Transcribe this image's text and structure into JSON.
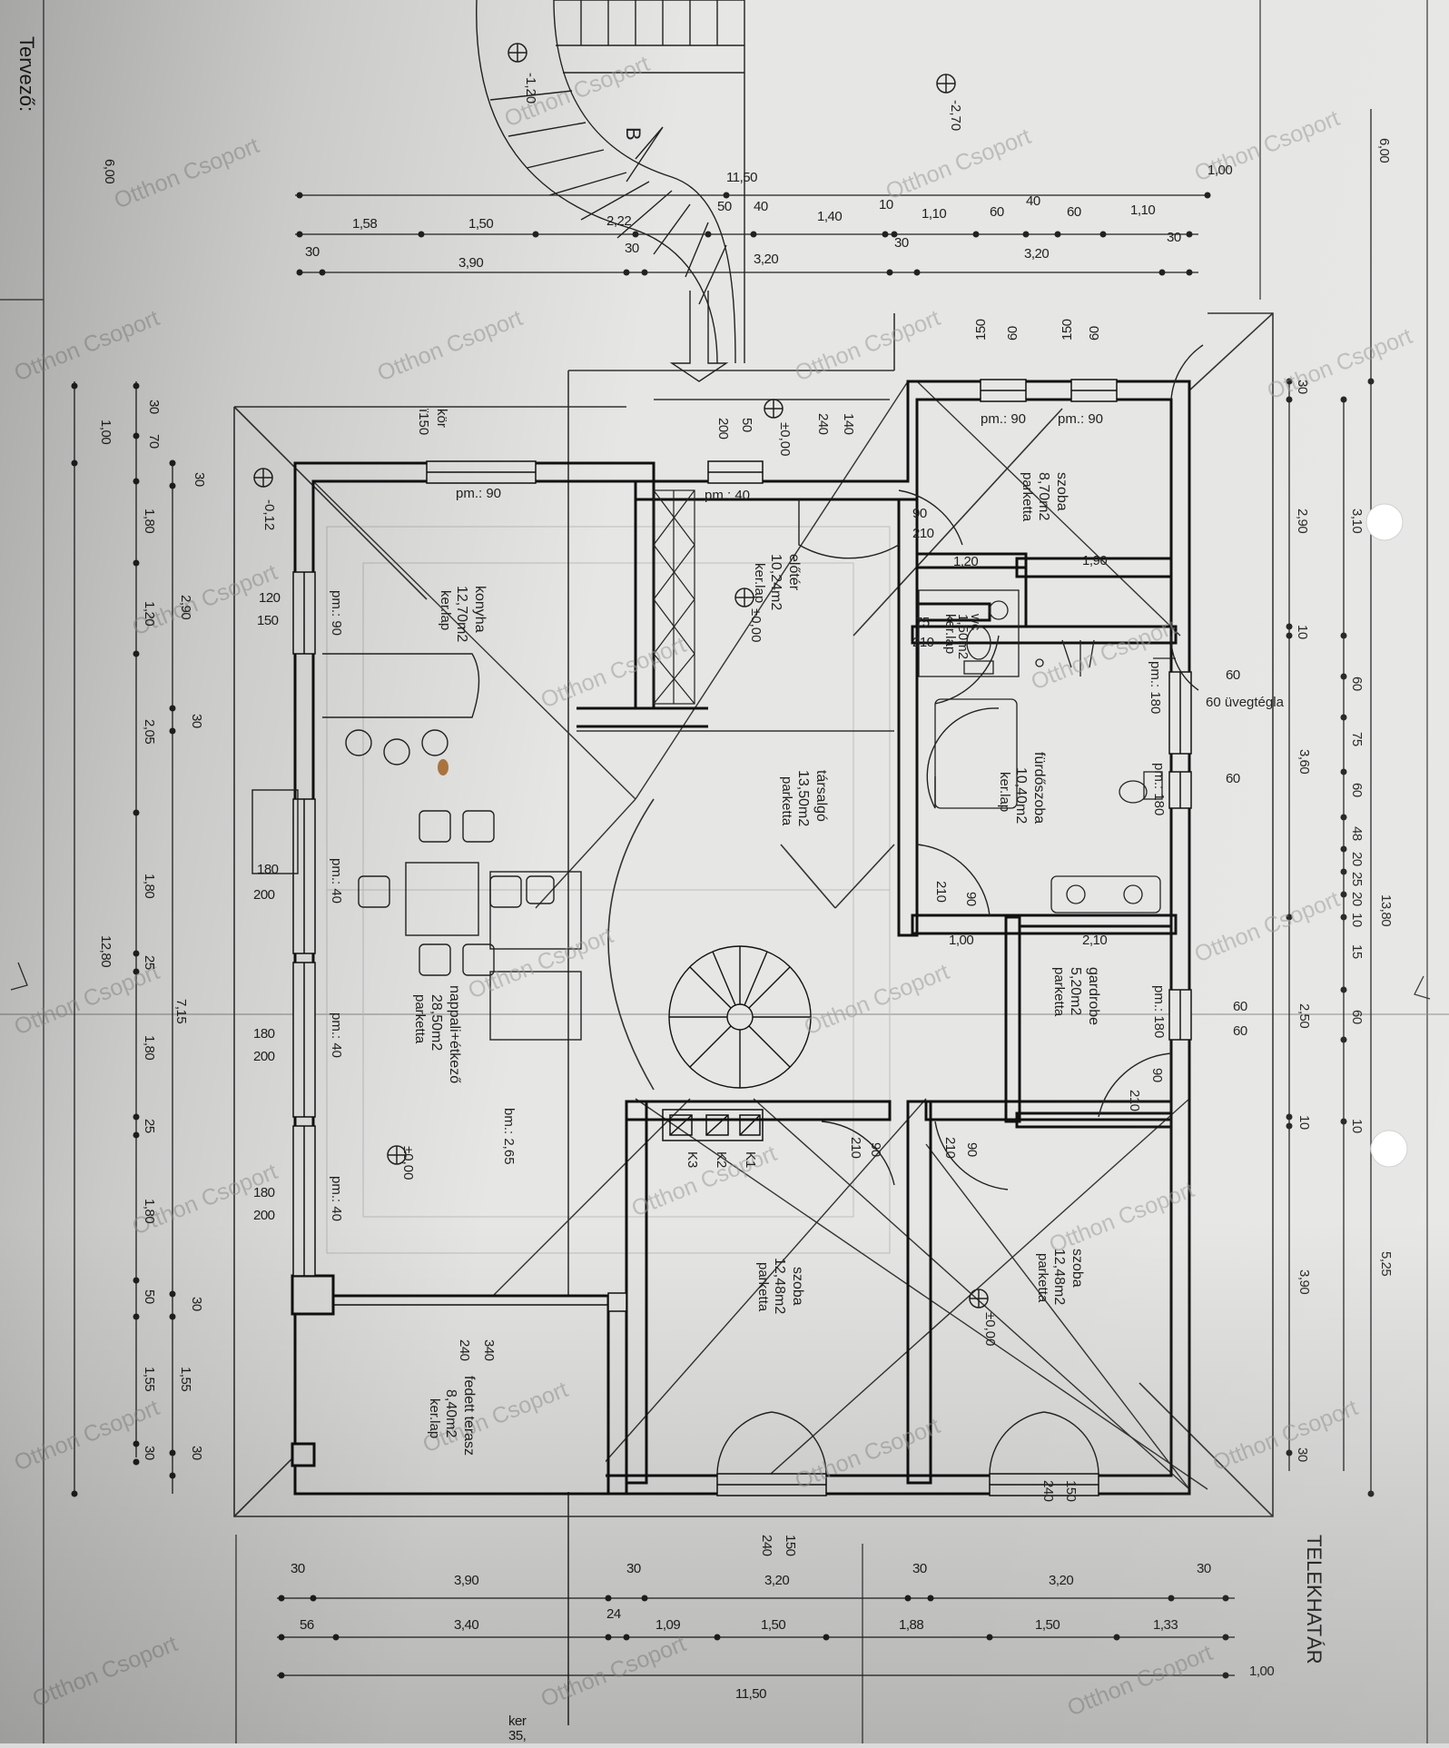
{
  "designer_label": "Tervező:",
  "boundary_label": "TELEKHATÁR",
  "watermark": "Otthon Csoport",
  "section_marker": "B",
  "stair_level": "-1,20",
  "outdoor_level": "-2,70",
  "side_level": "-0,12",
  "round_window": "kör",
  "round_window_size": "ï150",
  "glass_block": "60 üvegtégla",
  "ceiling_height": "bm.: 2,65",
  "chimney_labels": [
    "K1",
    "K2",
    "K3"
  ],
  "rooms": {
    "kitchen": {
      "name": "konyha",
      "area": "12,70m2",
      "floor": "ker.lap",
      "window": "pm.: 90"
    },
    "entry": {
      "name": "előtér",
      "area": "10,24m2",
      "floor": "ker.lap",
      "level": "±0,00",
      "window": "pm.: 40"
    },
    "bedroom_top": {
      "name": "szoba",
      "area": "8,70m2",
      "floor": "parketta",
      "window1": "pm.: 90",
      "window2": "pm.: 90"
    },
    "wc": {
      "name": "wc",
      "area": "1,50m2",
      "floor": "ker.lap"
    },
    "bathroom": {
      "name": "fürdőszoba",
      "area": "10,40m2",
      "floor": "ker.lap",
      "window1": "pm.: 180",
      "window2": "pm.: 180"
    },
    "lounge": {
      "name": "társalgó",
      "area": "13,50m2",
      "floor": "parketta"
    },
    "wardrobe": {
      "name": "gardrobe",
      "area": "5,20m2",
      "floor": "parketta",
      "window": "pm.: 180"
    },
    "living": {
      "name": "nappali+étkező",
      "area": "28,50m2",
      "floor": "parketta",
      "level": "±0,00",
      "window1": "pm.: 40",
      "window2": "pm.: 40",
      "window3": "pm.: 40"
    },
    "room_left": {
      "name": "szoba",
      "area": "12,48m2",
      "floor": "parketta"
    },
    "room_right": {
      "name": "szoba",
      "area": "12,48m2",
      "floor": "parketta",
      "level": "±0,00"
    },
    "terrace": {
      "name": "fedett terasz",
      "area": "8,40m2",
      "floor": "ker.lap"
    }
  },
  "top_dims": {
    "row1": [
      "11,50",
      "1,00"
    ],
    "row2": [
      "1,58",
      "1,50",
      "2,22",
      "50",
      "40",
      "1,40",
      "10",
      "1,10",
      "60",
      "40",
      "60",
      "1,10"
    ],
    "row3": [
      "30",
      "3,90",
      "30",
      "3,20",
      "30",
      "3,20",
      "30"
    ]
  },
  "top_openings": [
    "150",
    "60",
    "150",
    "60",
    "140",
    "240",
    "50",
    "200"
  ],
  "interior_dims": [
    "90",
    "210",
    "1,20",
    "1,90",
    "75",
    "210",
    "60",
    "60",
    "90",
    "210",
    "1,00",
    "2,10",
    "60",
    "60",
    "90",
    "210",
    "90",
    "210",
    "90",
    "210",
    "120",
    "150",
    "180",
    "200",
    "180",
    "200",
    "180",
    "200",
    "340",
    "240",
    "150",
    "240"
  ],
  "left_dims": {
    "col1": [
      "1,00",
      "12,80",
      "6,00"
    ],
    "col2": [
      "30",
      "70",
      "1,80",
      "1,20",
      "2,05",
      "1,80",
      "25",
      "1,80",
      "25",
      "1,80",
      "50",
      "1,55",
      "30"
    ],
    "col3": [
      "30",
      "2,90",
      "30",
      "7,15",
      "30",
      "1,55",
      "30"
    ]
  },
  "right_dims": {
    "col1": [
      "30",
      "2,90",
      "10",
      "3,60",
      "2,50",
      "10",
      "3,90",
      "30"
    ],
    "col2": [
      "3,10",
      "60",
      "75",
      "60",
      "48",
      "20",
      "25",
      "20",
      "10",
      "15",
      "60",
      "10"
    ],
    "col3": [
      "6,00",
      "13,80",
      "5,25"
    ]
  },
  "bottom_dims": {
    "row1": [
      "30",
      "3,90",
      "30",
      "3,20",
      "30",
      "3,20",
      "30"
    ],
    "row2": [
      "56",
      "3,40",
      "24",
      "1,09",
      "1,50",
      "1,88",
      "1,50",
      "1,33"
    ],
    "row3": [
      "11,50",
      "1,00"
    ],
    "opening": [
      "150",
      "240"
    ]
  },
  "corner_text": [
    "ker",
    "35,"
  ]
}
